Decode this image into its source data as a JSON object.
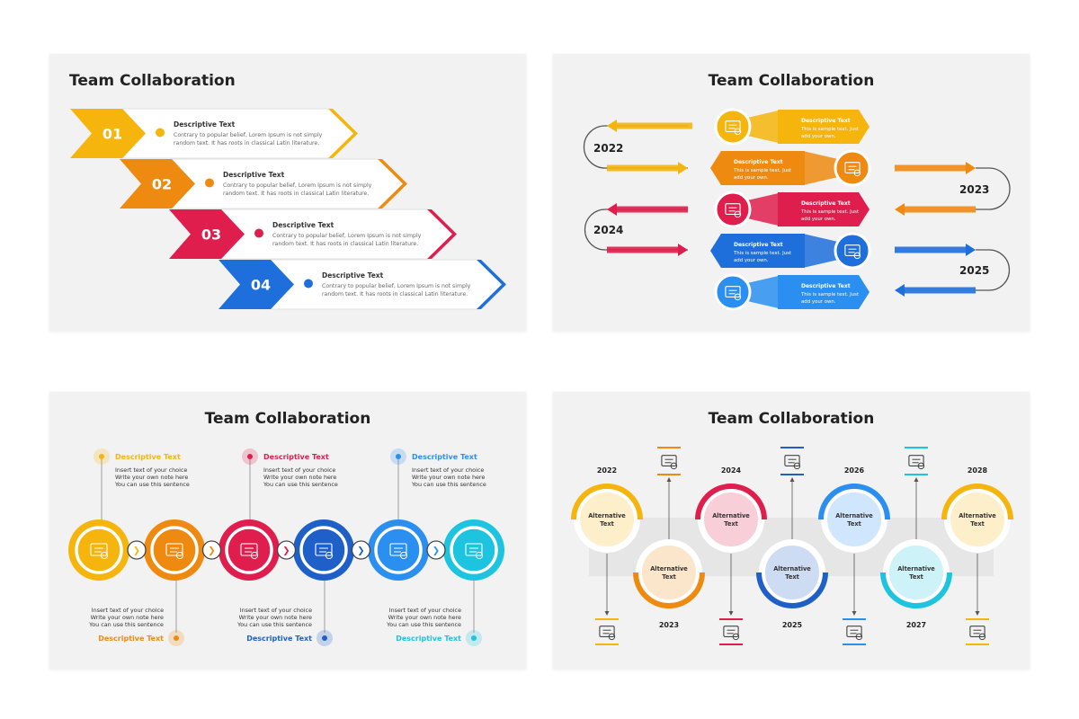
{
  "slides": [
    {
      "title": "Team Collaboration",
      "steps": [
        {
          "number": "01",
          "heading": "Descriptive Text",
          "line1": "Contrary to popular belief, Lorem Ipsum is not simply",
          "line2": "random text. It has roots in classical Latin literature.",
          "color": "#f5b50d"
        },
        {
          "number": "02",
          "heading": "Descriptive Text",
          "line1": "Contrary to popular belief, Lorem Ipsum is not simply",
          "line2": "random text. It has roots in classical Latin literature.",
          "color": "#ef8a11"
        },
        {
          "number": "03",
          "heading": "Descriptive Text",
          "line1": "Contrary to popular belief, Lorem Ipsum is not simply",
          "line2": "random text. It has roots in classical Latin literature.",
          "color": "#e01e4d"
        },
        {
          "number": "04",
          "heading": "Descriptive Text",
          "line1": "Contrary to popular belief, Lorem Ipsum is not simply",
          "line2": "random text. It has roots in classical Latin literature.",
          "color": "#1e6fdc"
        }
      ]
    },
    {
      "title": "Team Collaboration",
      "years": [
        "2022",
        "2023",
        "2024",
        "2025"
      ],
      "rows": [
        {
          "heading": "Descriptive Text",
          "line1": "This is sample text. Just",
          "line2": "add your own.",
          "color": "#f5b50d",
          "icon": "presentation-board-icon"
        },
        {
          "heading": "Descriptive Text",
          "line1": "This is sample text. Just",
          "line2": "add your own.",
          "color": "#ef8a11",
          "icon": "report-chart-icon"
        },
        {
          "heading": "Descriptive Text",
          "line1": "This is sample text. Just",
          "line2": "add your own.",
          "color": "#e01e4d",
          "icon": "growth-chart-icon"
        },
        {
          "heading": "Descriptive Text",
          "line1": "This is sample text. Just",
          "line2": "add your own.",
          "color": "#1e6fdc",
          "icon": "magnifier-network-icon"
        },
        {
          "heading": "Descriptive Text",
          "line1": "This is sample text. Just",
          "line2": "add your own.",
          "color": "#2a8ff0",
          "icon": "document-gear-icon"
        }
      ]
    },
    {
      "title": "Team Collaboration",
      "top_notes": [
        {
          "heading": "Descriptive Text",
          "line1": "Insert text of your choice",
          "line2": "Write your own note here",
          "line3": "You can use this sentence",
          "color": "#f5b50d"
        },
        {
          "heading": "Descriptive Text",
          "line1": "Insert text of your choice",
          "line2": "Write your own note here",
          "line3": "You can use this sentence",
          "color": "#e01e4d"
        },
        {
          "heading": "Descriptive Text",
          "line1": "Insert text of your choice",
          "line2": "Write your own note here",
          "line3": "You can use this sentence",
          "color": "#2a8ff0"
        }
      ],
      "bottom_notes": [
        {
          "heading": "Descriptive Text",
          "line1": "Insert text of your choice",
          "line2": "Write your own note here",
          "line3": "You can use this sentence",
          "color": "#ef8a11"
        },
        {
          "heading": "Descriptive Text",
          "line1": "Insert text of your choice",
          "line2": "Write your own note here",
          "line3": "You can use this sentence",
          "color": "#1e5fc8"
        },
        {
          "heading": "Descriptive Text",
          "line1": "Insert text of your choice",
          "line2": "Write your own note here",
          "line3": "You can use this sentence",
          "color": "#1cc4e0"
        }
      ],
      "circles": [
        {
          "color": "#f5b50d",
          "icon": "user-profile-icon"
        },
        {
          "color": "#ef8a11",
          "icon": "network-gear-icon"
        },
        {
          "color": "#e01e4d",
          "icon": "idea-hand-icon"
        },
        {
          "color": "#1e5fc8",
          "icon": "strategy-board-icon"
        },
        {
          "color": "#2a8ff0",
          "icon": "brain-gear-icon"
        },
        {
          "color": "#1cc4e0",
          "icon": "checklist-icon"
        }
      ],
      "connector_glyph": "❯"
    },
    {
      "title": "Team Collaboration",
      "milestones": [
        {
          "year": "2022",
          "line1": "Alternative",
          "line2": "Text",
          "color": "#f5b50d",
          "icon": "monitor-chart-icon"
        },
        {
          "year": "2023",
          "line1": "Alternative",
          "line2": "Text",
          "color": "#ef8a11",
          "icon": "people-network-icon"
        },
        {
          "year": "2024",
          "line1": "Alternative",
          "line2": "Text",
          "color": "#e01e4d",
          "icon": "cloud-user-icon"
        },
        {
          "year": "2025",
          "line1": "Alternative",
          "line2": "Text",
          "color": "#1e5fc8",
          "icon": "server-user-icon"
        },
        {
          "year": "2026",
          "line1": "Alternative",
          "line2": "Text",
          "color": "#2a8ff0",
          "icon": "globe-computer-icon"
        },
        {
          "year": "2027",
          "line1": "Alternative",
          "line2": "Text",
          "color": "#1cc4e0",
          "icon": "brain-globe-icon"
        },
        {
          "year": "2028",
          "line1": "Alternative",
          "line2": "Text",
          "color": "#f5b50d",
          "icon": "team-meeting-icon"
        }
      ]
    }
  ]
}
